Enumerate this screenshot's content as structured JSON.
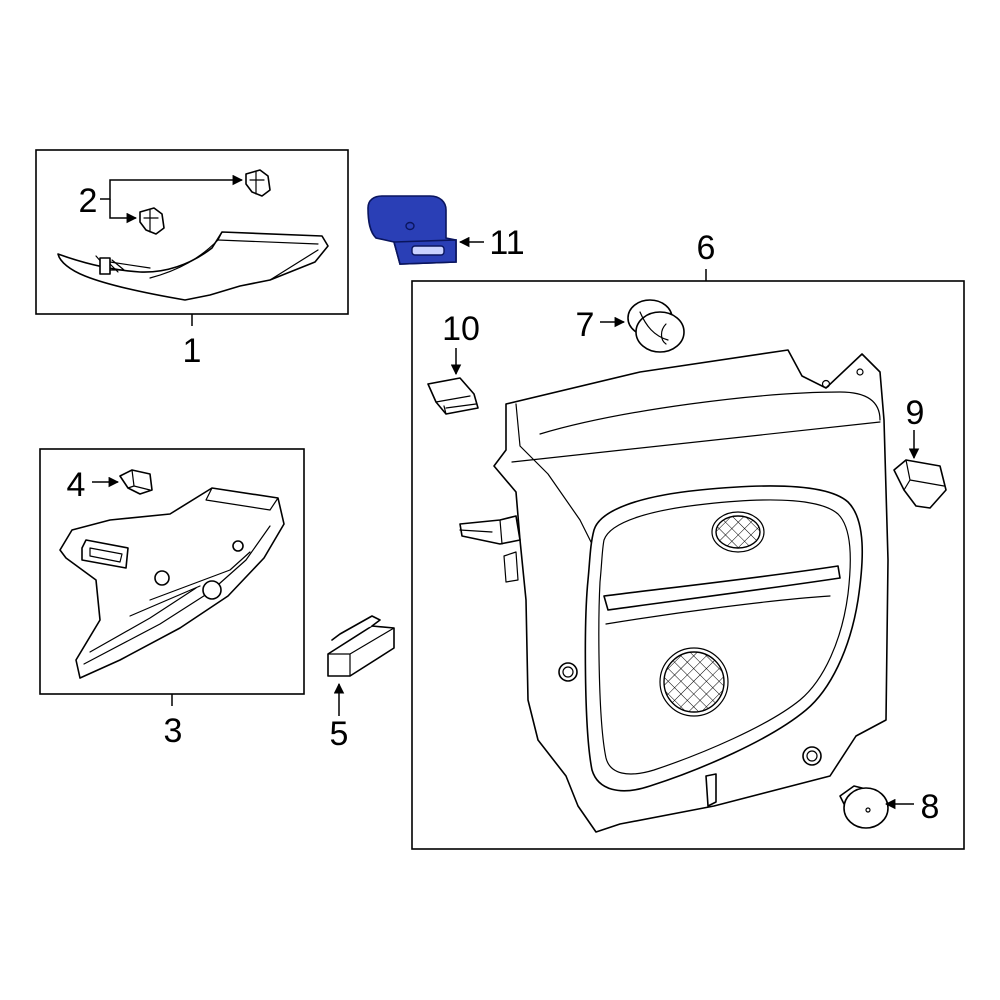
{
  "callouts": {
    "c1": "1",
    "c2": "2",
    "c3": "3",
    "c4": "4",
    "c5": "5",
    "c6": "6",
    "c7": "7",
    "c8": "8",
    "c9": "9",
    "c10": "10",
    "c11": "11"
  },
  "highlighted_part": "11",
  "colors": {
    "highlight_fill": "#2a3fb6",
    "highlight_stroke": "#0a155e",
    "line": "#000000",
    "background": "#ffffff"
  }
}
